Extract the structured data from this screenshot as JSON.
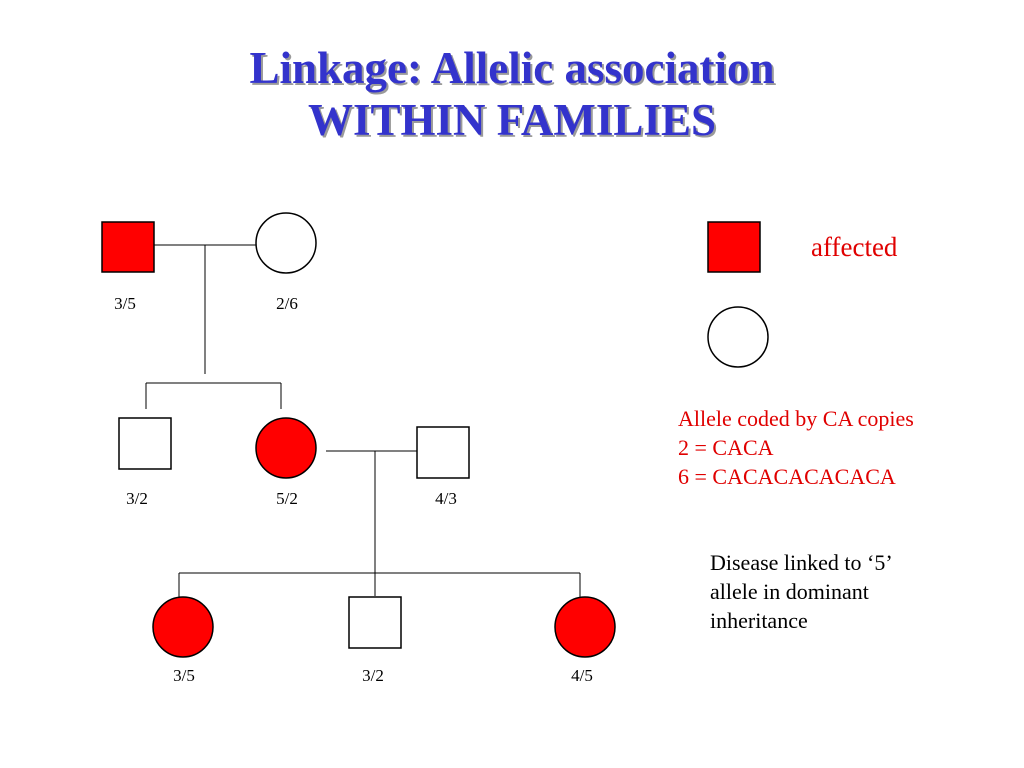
{
  "slide": {
    "title_line1": "Linkage:  Allelic association",
    "title_line2": "WITHIN FAMILIES"
  },
  "pedigree": {
    "generation1": [
      {
        "sex": "male",
        "affected": true,
        "genotype": "3/5"
      },
      {
        "sex": "female",
        "affected": false,
        "genotype": "2/6"
      }
    ],
    "generation2": [
      {
        "sex": "male",
        "affected": false,
        "genotype": "3/2"
      },
      {
        "sex": "female",
        "affected": true,
        "genotype": "5/2"
      },
      {
        "sex": "male",
        "affected": false,
        "genotype": "4/3",
        "married_in": true
      }
    ],
    "generation3": [
      {
        "sex": "female",
        "affected": true,
        "genotype": "3/5"
      },
      {
        "sex": "male",
        "affected": false,
        "genotype": "3/2"
      },
      {
        "sex": "female",
        "affected": true,
        "genotype": "4/5"
      }
    ]
  },
  "legend": {
    "affected_label": "affected"
  },
  "allele_note": {
    "line1": "Allele coded by CA copies",
    "line2": "2 = CACA",
    "line3": "6 = CACACACACACA"
  },
  "disease_note": {
    "line1": "Disease linked to ‘5’",
    "line2": "allele in dominant",
    "line3": "inheritance"
  },
  "colors": {
    "affected_fill": "#ff0000",
    "title": "#3333cc",
    "note_text": "#e00000"
  }
}
